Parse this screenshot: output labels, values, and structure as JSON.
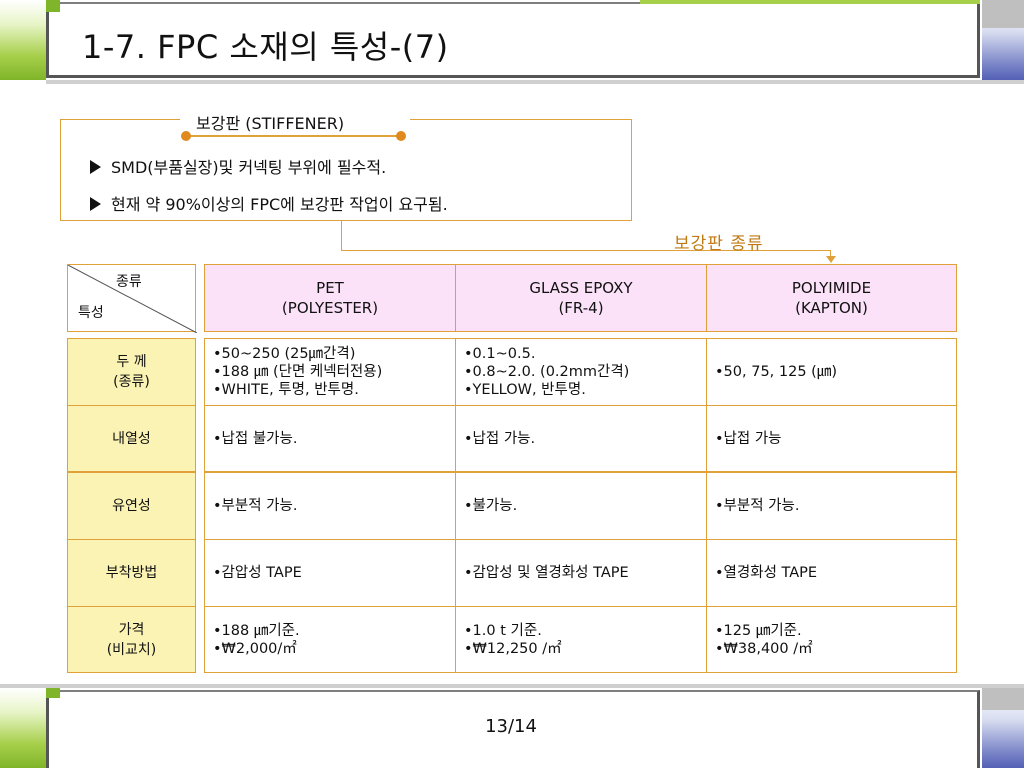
{
  "slide": {
    "title": "1-7. FPC 소재의 특성-(7)",
    "page_number": "13/14"
  },
  "stiffener": {
    "title": "보강판 (STIFFENER)",
    "bullets": [
      "SMD(부품실장)및 커넥팅 부위에 필수적.",
      "현재 약 90%이상의 FPC에 보강판 작업이 요구됨."
    ],
    "kinds_label": "보강판  종류"
  },
  "table": {
    "corner_top": "종류",
    "corner_bottom": "특성",
    "columns": [
      {
        "line1": "PET",
        "line2": "(POLYESTER)"
      },
      {
        "line1": "GLASS EPOXY",
        "line2": "(FR-4)"
      },
      {
        "line1": "POLYIMIDE",
        "line2": "(KAPTON)"
      }
    ],
    "rows": [
      {
        "head1": "두 께",
        "head2": "(종류)",
        "cells": [
          [
            "•50~250 (25㎛간격)",
            "•188 ㎛ (단면 케넥터전용)",
            "•WHITE, 투명, 반투명."
          ],
          [
            "•0.1~0.5.",
            "•0.8~2.0. (0.2mm간격)",
            "•YELLOW, 반투명."
          ],
          [
            "•50, 75, 125 (㎛)"
          ]
        ]
      },
      {
        "head1": "내열성",
        "head2": "",
        "cells": [
          [
            "•납접 불가능."
          ],
          [
            "•납접 가능."
          ],
          [
            "•납접 가능"
          ]
        ]
      },
      {
        "head1": "유연성",
        "head2": "",
        "cells": [
          [
            "•부분적 가능."
          ],
          [
            "•불가능."
          ],
          [
            "•부분적 가능."
          ]
        ]
      },
      {
        "head1": "부착방법",
        "head2": "",
        "cells": [
          [
            "•감압성 TAPE"
          ],
          [
            "•감압성 및 열경화성 TAPE"
          ],
          [
            "•열경화성 TAPE"
          ]
        ]
      },
      {
        "head1": "가격",
        "head2": "(비교치)",
        "cells": [
          [
            "•188 ㎛기준.",
            "•₩2,000/㎡"
          ],
          [
            "•1.0 t 기준.",
            "•₩12,250 /㎡"
          ],
          [
            "•125 ㎛기준.",
            "•₩38,400 /㎡"
          ]
        ]
      }
    ]
  },
  "colors": {
    "header_fill": "#fbe2f8",
    "row_head_fill": "#fbf3b4",
    "border": "#e0a03a",
    "accent_text": "#c07a14"
  }
}
